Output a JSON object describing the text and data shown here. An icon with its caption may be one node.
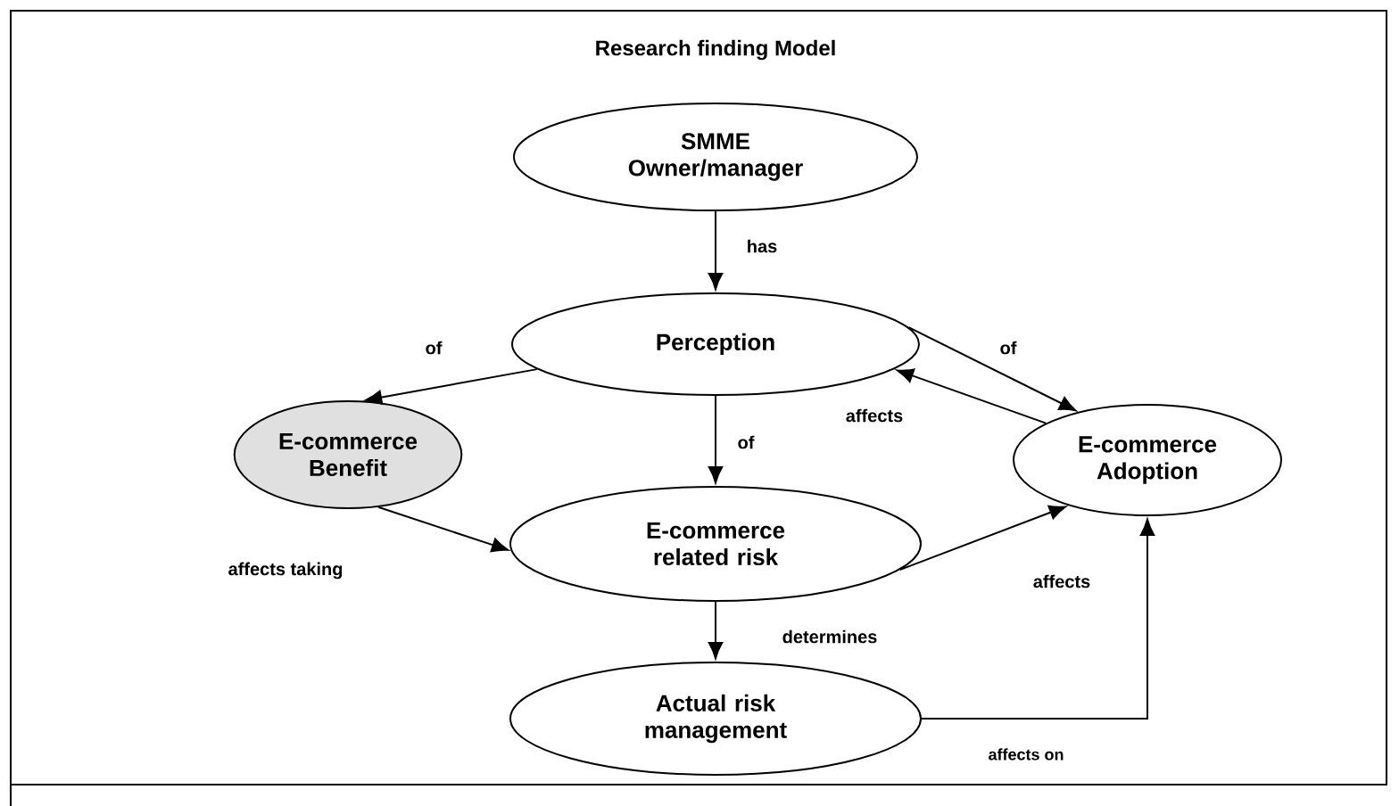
{
  "diagram": {
    "title": "Research finding Model",
    "nodes": [
      {
        "text": [
          "SMME Owner/manager"
        ]
      },
      {
        "text": [
          "Perception"
        ]
      },
      {
        "text": [
          "E-commerce Benefit"
        ]
      },
      {
        "text": [
          "E-commerce Adoption"
        ]
      },
      {
        "text": [
          "E-commerce related risk"
        ]
      },
      {
        "text": [
          "Actual risk management"
        ]
      }
    ],
    "edges": [
      {
        "from": 0,
        "to": 1,
        "arrow": "to",
        "label": "has"
      },
      {
        "from": 1,
        "to": 2,
        "arrow": "to",
        "label": "of"
      },
      {
        "from": 1,
        "to": 3,
        "arrow": "to",
        "label": "of"
      },
      {
        "from": 3,
        "to": 1,
        "arrow": "to",
        "label": "affects"
      },
      {
        "from": 1,
        "to": 4,
        "arrow": "to",
        "label": "of"
      },
      {
        "from": 2,
        "to": 4,
        "arrow": "to",
        "label": "affects taking"
      },
      {
        "from": 4,
        "to": 3,
        "arrow": "to",
        "label": "affects"
      },
      {
        "from": 4,
        "to": 5,
        "arrow": "to",
        "label": "determines"
      },
      {
        "from": 5,
        "to": 3,
        "arrow": "to",
        "label": "affects on"
      }
    ]
  }
}
